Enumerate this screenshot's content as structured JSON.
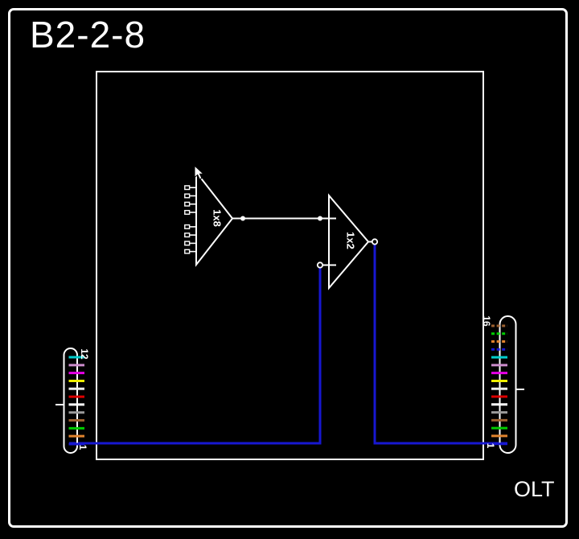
{
  "title": "B2-2-8",
  "device_label": "OLT",
  "colors": {
    "background": "#000000",
    "stroke": "#ffffff",
    "link": "#1717d1"
  },
  "splitters": [
    {
      "label": "1x8",
      "ports": 8
    },
    {
      "label": "1x2",
      "ports": 2
    }
  ],
  "connectors": {
    "left": {
      "top_label": "12",
      "bottom_label": "1",
      "fiber_count": 12,
      "fibers_top_to_bottom": [
        {
          "n": 12,
          "color_name": "aqua",
          "hex": "#00cdcd",
          "dashed": false
        },
        {
          "n": 11,
          "color_name": "rose",
          "hex": "#cc8ccc",
          "dashed": false
        },
        {
          "n": 10,
          "color_name": "violet",
          "hex": "#e600e6",
          "dashed": false
        },
        {
          "n": 9,
          "color_name": "yellow",
          "hex": "#eded00",
          "dashed": false
        },
        {
          "n": 8,
          "color_name": "black",
          "hex": "#ededed",
          "dashed": false
        },
        {
          "n": 7,
          "color_name": "red",
          "hex": "#dd0000",
          "dashed": false
        },
        {
          "n": 6,
          "color_name": "white",
          "hex": "#ffffff",
          "dashed": false
        },
        {
          "n": 5,
          "color_name": "slate",
          "hex": "#9a9a9a",
          "dashed": false
        },
        {
          "n": 4,
          "color_name": "brown",
          "hex": "#9c6030",
          "dashed": false
        },
        {
          "n": 3,
          "color_name": "green",
          "hex": "#00cc00",
          "dashed": false
        },
        {
          "n": 2,
          "color_name": "orange",
          "hex": "#e0832d",
          "dashed": false
        },
        {
          "n": 1,
          "color_name": "blue",
          "hex": "#1717d1",
          "dashed": false
        }
      ]
    },
    "right": {
      "top_label": "16",
      "bottom_label": "1",
      "fiber_count": 16,
      "fibers_top_to_bottom": [
        {
          "n": 16,
          "color_name": "brown-stripe",
          "hex": "#9c6030",
          "dashed": true
        },
        {
          "n": 15,
          "color_name": "green-stripe",
          "hex": "#00cc00",
          "dashed": true
        },
        {
          "n": 14,
          "color_name": "orange-stripe",
          "hex": "#e0832d",
          "dashed": true
        },
        {
          "n": 13,
          "color_name": "blue-stripe",
          "hex": "#1717d1",
          "dashed": true
        },
        {
          "n": 12,
          "color_name": "aqua",
          "hex": "#00cdcd",
          "dashed": false
        },
        {
          "n": 11,
          "color_name": "rose",
          "hex": "#cc8ccc",
          "dashed": false
        },
        {
          "n": 10,
          "color_name": "violet",
          "hex": "#e600e6",
          "dashed": false
        },
        {
          "n": 9,
          "color_name": "yellow",
          "hex": "#eded00",
          "dashed": false
        },
        {
          "n": 8,
          "color_name": "black",
          "hex": "#ededed",
          "dashed": false
        },
        {
          "n": 7,
          "color_name": "red",
          "hex": "#dd0000",
          "dashed": false
        },
        {
          "n": 6,
          "color_name": "white",
          "hex": "#ffffff",
          "dashed": false
        },
        {
          "n": 5,
          "color_name": "slate",
          "hex": "#9a9a9a",
          "dashed": false
        },
        {
          "n": 4,
          "color_name": "brown",
          "hex": "#9c6030",
          "dashed": false
        },
        {
          "n": 3,
          "color_name": "green",
          "hex": "#00cc00",
          "dashed": false
        },
        {
          "n": 2,
          "color_name": "orange",
          "hex": "#e0832d",
          "dashed": false
        },
        {
          "n": 1,
          "color_name": "blue",
          "hex": "#1717d1",
          "dashed": false
        }
      ]
    }
  }
}
